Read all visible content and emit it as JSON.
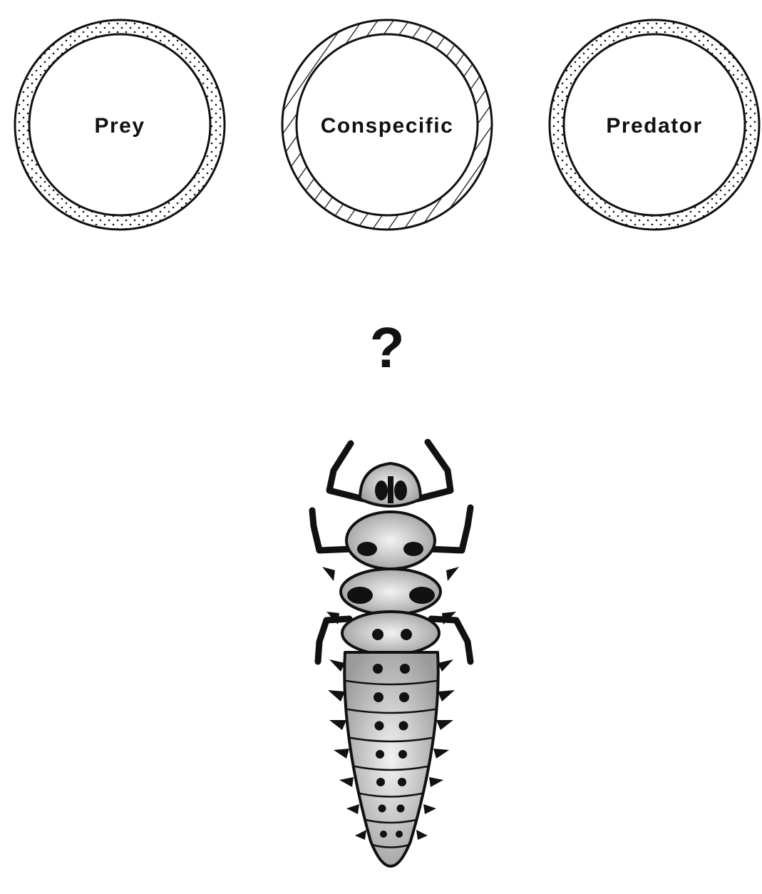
{
  "stimuli": [
    {
      "label": "Prey",
      "pattern": "dotted"
    },
    {
      "label": "Conspecific",
      "pattern": "hatched"
    },
    {
      "label": "Predator",
      "pattern": "dotted"
    }
  ],
  "question": "?",
  "subject": {
    "name": "larva-illustration"
  },
  "colors": {
    "ink": "#111111",
    "background": "#ffffff"
  }
}
